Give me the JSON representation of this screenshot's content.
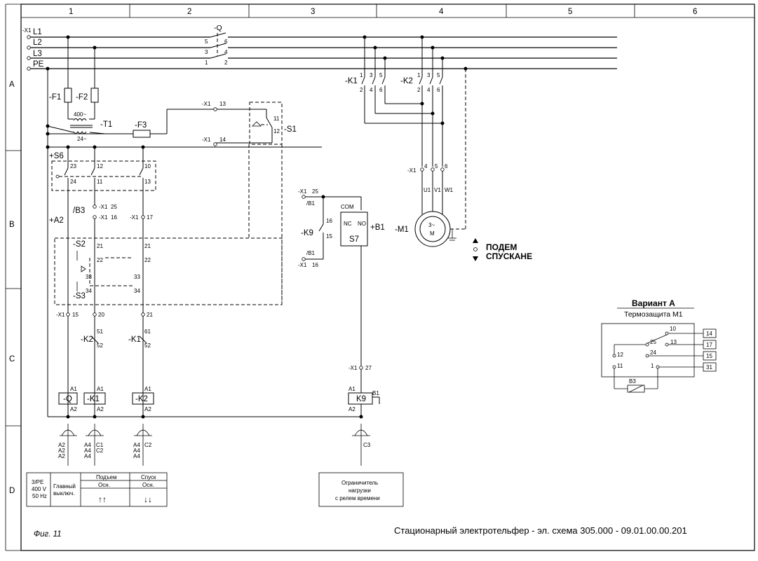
{
  "grid": {
    "columns": [
      "1",
      "2",
      "3",
      "4",
      "5",
      "6"
    ],
    "rows": [
      "A",
      "B",
      "C",
      "D"
    ]
  },
  "bus": {
    "x1": "-X1",
    "l1": "L1",
    "l2": "L2",
    "l3": "L3",
    "pe": "PE"
  },
  "main_switch": {
    "name": "-Q",
    "pins": [
      "5",
      "6",
      "3",
      "4",
      "1",
      "2"
    ]
  },
  "fuses": {
    "f1": "-F1",
    "f2": "-F2",
    "f3": "-F3"
  },
  "transformer": {
    "name": "-T1",
    "primary": "400~",
    "secondary": "24~"
  },
  "s1": {
    "name": "-S1",
    "pin_a": "11",
    "pin_b": "12",
    "x1_13": "-X1",
    "n13": "13",
    "x1_14": "-X1",
    "n14": "14"
  },
  "s6": {
    "name": "+S6",
    "pins_top": [
      "23",
      "12",
      "10"
    ],
    "pins_bot": [
      "24",
      "11",
      "13"
    ]
  },
  "b3": {
    "name": "/B3",
    "x1_a": "-X1",
    "n25": "25",
    "x1_b": "-X1",
    "n16": "16",
    "x1_c": "-X1",
    "n17": "17"
  },
  "a2": {
    "name": "+A2"
  },
  "s2": {
    "name": "-S2",
    "pins": [
      "21",
      "22",
      "21",
      "22"
    ]
  },
  "s3": {
    "name": "-S3",
    "pins": [
      "33",
      "34",
      "33",
      "34"
    ]
  },
  "x1_row": {
    "p1": "-X1",
    "n15": "15",
    "n20": "20",
    "n21": "21"
  },
  "interlock": {
    "k2": "-K2",
    "k2_a": "51",
    "k2_b": "52",
    "k1": "-K1",
    "k1_a": "61",
    "k1_b": "52"
  },
  "coils": [
    {
      "name": "-Q",
      "a1": "A1",
      "a2": "A2"
    },
    {
      "name": "-K1",
      "a1": "A1",
      "a2": "A2"
    },
    {
      "name": "-K2",
      "a1": "A1",
      "a2": "A2"
    }
  ],
  "contact_refs": {
    "q": [
      "A2",
      "A2",
      "A2"
    ],
    "k1_a": [
      "A4",
      "A4",
      "A4"
    ],
    "k1_c": [
      "C1",
      "C2"
    ],
    "k2_a": [
      "A4",
      "A4",
      "A4"
    ],
    "k2_c": [
      "C2"
    ],
    "k9_c": [
      "C3"
    ]
  },
  "b1": {
    "x1": "-X1",
    "n25": "25",
    "b1_top": "/B1",
    "k9": "-K9",
    "k9_16": "16",
    "k9_15": "15",
    "b1_bot": "/B1",
    "x1b": "-X1",
    "n16": "16",
    "com": "COM",
    "nc": "NC",
    "no": "NO",
    "s7": "S7",
    "name": "+B1",
    "x1_27": "-X1",
    "n27": "27",
    "coil": "K9",
    "a1": "A1",
    "a2": "A2",
    "b1pin": "B1"
  },
  "contactors": {
    "k1": {
      "name": "-K1",
      "top": [
        "1",
        "3",
        "5"
      ],
      "bot": [
        "2",
        "4",
        "6"
      ]
    },
    "k2": {
      "name": "-K2",
      "top": [
        "1",
        "3",
        "5"
      ],
      "bot": [
        "2",
        "4",
        "6"
      ]
    }
  },
  "motor": {
    "x1": "-X1",
    "pins": [
      "4",
      "5",
      "6"
    ],
    "phases": [
      "U1",
      "V1",
      "W1"
    ],
    "name": "-M1",
    "symbol_top": "3~",
    "symbol_bot": "M",
    "label_up": "ПОДЕМ",
    "label_down": "СПУСКАНЕ"
  },
  "variant": {
    "title": "Вариант А",
    "subtitle": "Термозащита М1",
    "pins": [
      "10",
      "25",
      "13",
      "12",
      "24",
      "11",
      "1"
    ],
    "terminals": [
      "14",
      "17",
      "15",
      "31"
    ],
    "sensor": "B3"
  },
  "legend_left": {
    "supply": [
      "3/PE",
      "400 V",
      "50 Hz"
    ],
    "main_switch": [
      "Главный",
      "выключ."
    ],
    "lift": "Подъем",
    "lower": "Спуск",
    "basic1": "Осн.",
    "basic2": "Осн.",
    "arrows_up": "↑↑",
    "arrows_down": "↓↓"
  },
  "legend_right": [
    "Ограничитель",
    "нагрузки",
    "с релем времени"
  ],
  "figure": "Фиг. 11",
  "caption": "Стационарный электротельфер - эл. схема 305.000 - 09.01.00.00.201"
}
